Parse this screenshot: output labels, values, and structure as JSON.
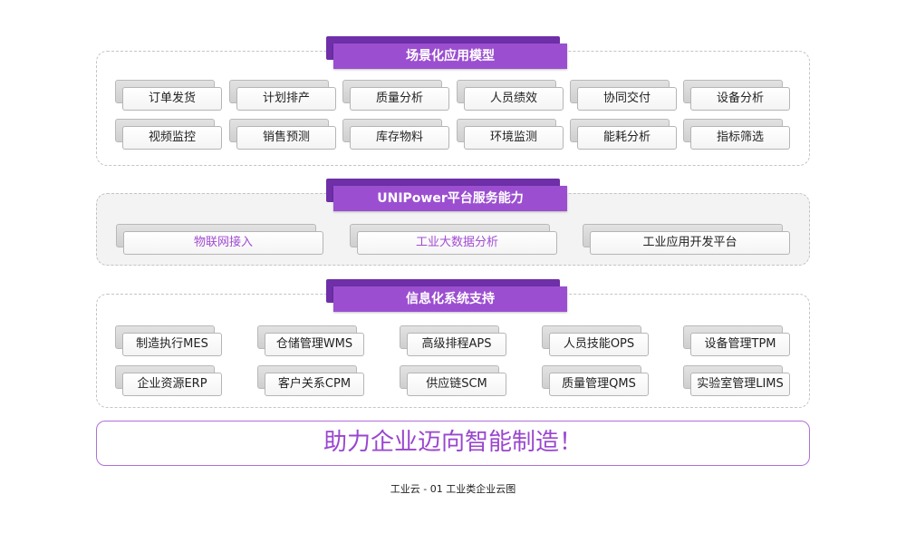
{
  "sections": [
    {
      "title": "场景化应用模型",
      "items": [
        "订单发货",
        "计划排产",
        "质量分析",
        "人员绩效",
        "协同交付",
        "设备分析",
        "视频监控",
        "销售预测",
        "库存物料",
        "环境监测",
        "能耗分析",
        "指标筛选"
      ]
    },
    {
      "title": "UNIPower平台服务能力",
      "items": [
        "物联网接入",
        "工业大数据分析",
        "工业应用开发平台"
      ]
    },
    {
      "title": "信息化系统支持",
      "items": [
        "制造执行MES",
        "仓储管理WMS",
        "高级排程APS",
        "人员技能OPS",
        "设备管理TPM",
        "企业资源ERP",
        "客户关系CPM",
        "供应链SCM",
        "质量管理QMS",
        "实验室管理LIMS"
      ]
    }
  ],
  "slogan": "助力企业迈向智能制造！",
  "caption": "工业云 - 01 工业类企业云图",
  "colors": {
    "accent": "#9b4fd0",
    "accent_dark": "#6e2fa8",
    "highlight_text": "#a24cd3"
  }
}
